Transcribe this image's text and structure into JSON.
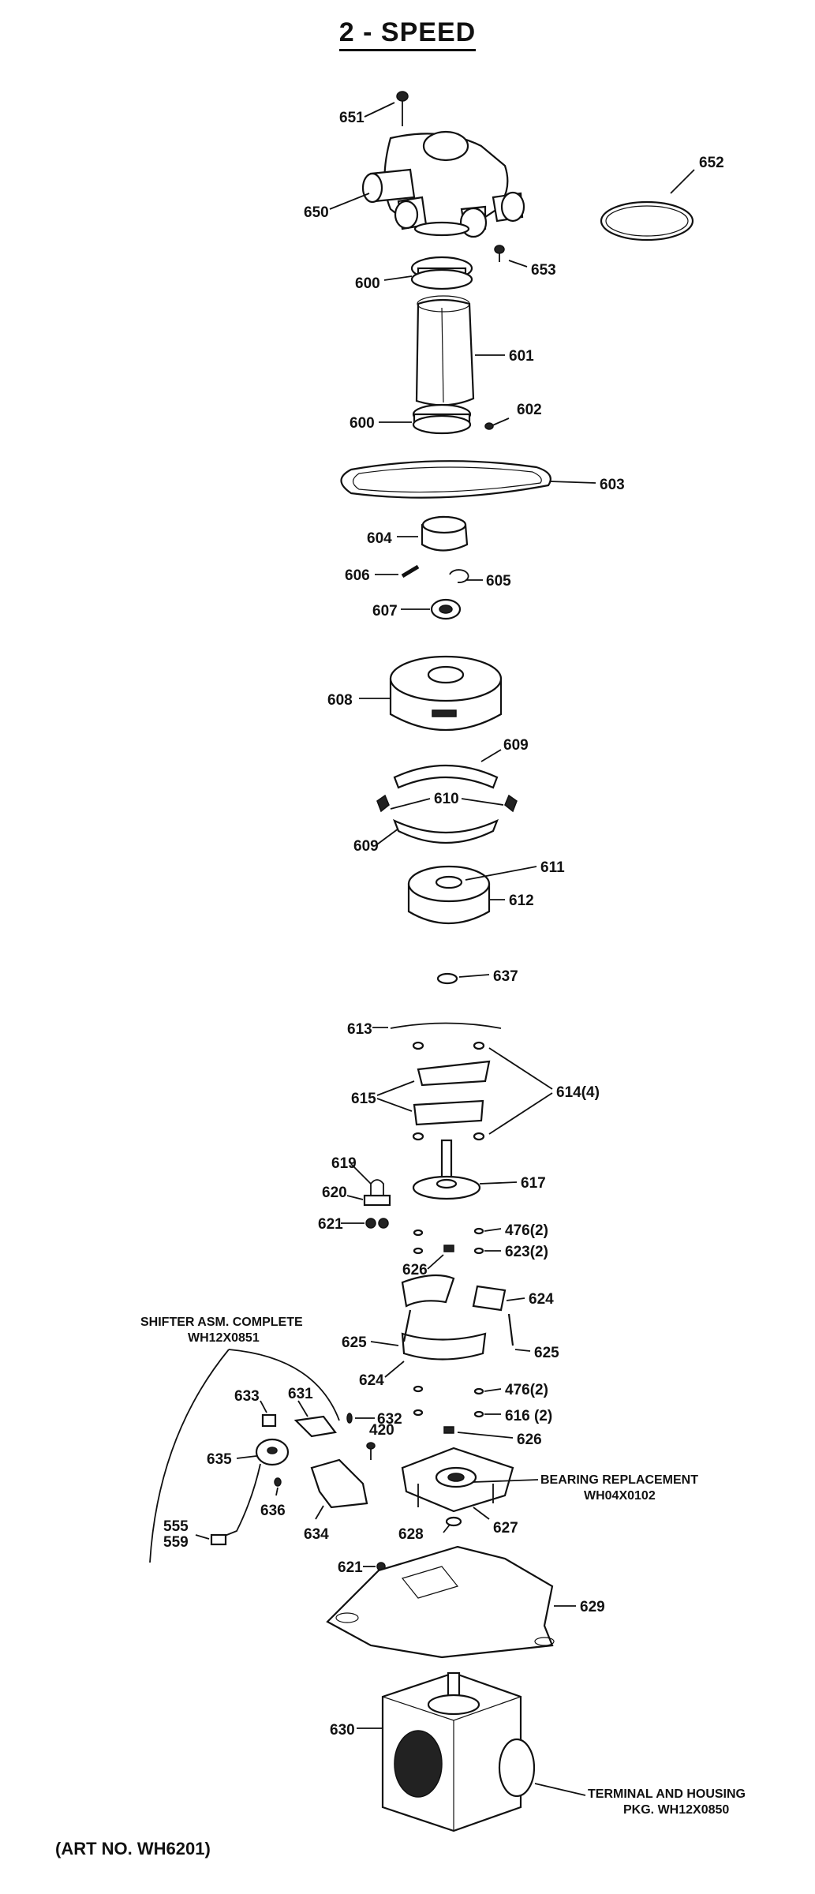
{
  "title": "2 - SPEED",
  "art_no": "(ART NO. WH6201)",
  "labels": {
    "p651": "651",
    "p652": "652",
    "p650": "650",
    "p653": "653",
    "p600a": "600",
    "p601": "601",
    "p600b": "600",
    "p602": "602",
    "p603": "603",
    "p604": "604",
    "p606": "606",
    "p605": "605",
    "p607": "607",
    "p608": "608",
    "p609a": "609",
    "p610": "610",
    "p609b": "609",
    "p611": "611",
    "p612": "612",
    "p637": "637",
    "p613": "613",
    "p615": "615",
    "p614": "614(4)",
    "p619": "619",
    "p620": "620",
    "p617": "617",
    "p621a": "621",
    "p476a": "476(2)",
    "p623": "623(2)",
    "p626a": "626",
    "p624a": "624",
    "p625a": "625",
    "p625b": "625",
    "p624b": "624",
    "p476b": "476(2)",
    "p633": "633",
    "p631": "631",
    "p632": "632",
    "p616": "616 (2)",
    "p626b": "626",
    "p635": "635",
    "p420": "420",
    "p636": "636",
    "p634": "634",
    "p555": "555",
    "p559": "559",
    "p628": "628",
    "p627": "627",
    "p621b": "621",
    "p629": "629",
    "p630": "630"
  },
  "notes": {
    "shifter_line1": "SHIFTER ASM. COMPLETE",
    "shifter_line2": "WH12X0851",
    "bearing_line1": "BEARING REPLACEMENT",
    "bearing_line2": "WH04X0102",
    "terminal_line1": "TERMINAL AND HOUSING",
    "terminal_line2": "PKG. WH12X0850"
  }
}
